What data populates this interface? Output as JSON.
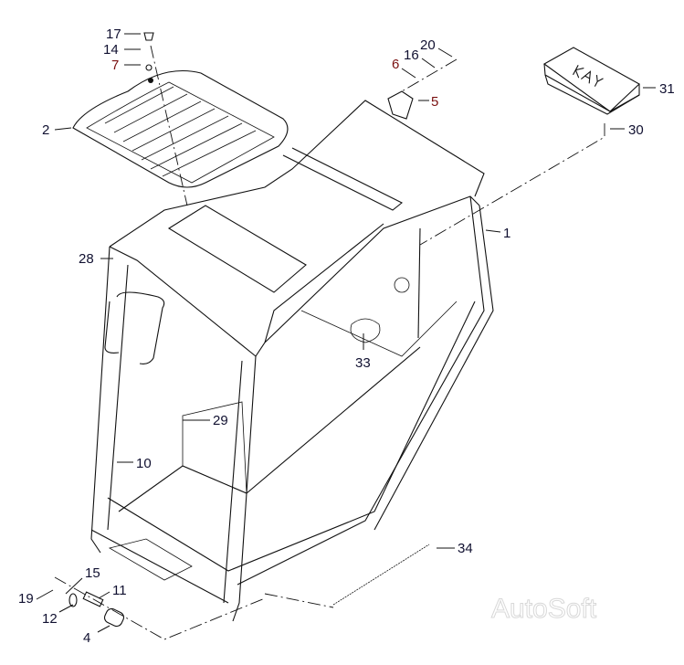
{
  "diagram": {
    "callouts": [
      {
        "id": "c17",
        "label": "17",
        "color": "#101030"
      },
      {
        "id": "c14",
        "label": "14",
        "color": "#101030"
      },
      {
        "id": "c7",
        "label": "7",
        "color": "#7a1010"
      },
      {
        "id": "c2",
        "label": "2",
        "color": "#101030"
      },
      {
        "id": "c6",
        "label": "6",
        "color": "#7a1010"
      },
      {
        "id": "c16",
        "label": "16",
        "color": "#101030"
      },
      {
        "id": "c20",
        "label": "20",
        "color": "#101030"
      },
      {
        "id": "c5",
        "label": "5",
        "color": "#7a1010"
      },
      {
        "id": "c31",
        "label": "31",
        "color": "#101030"
      },
      {
        "id": "c30",
        "label": "30",
        "color": "#101030"
      },
      {
        "id": "c1",
        "label": "1",
        "color": "#101030"
      },
      {
        "id": "c28",
        "label": "28",
        "color": "#101030"
      },
      {
        "id": "c33",
        "label": "33",
        "color": "#101030"
      },
      {
        "id": "c29",
        "label": "29",
        "color": "#101030"
      },
      {
        "id": "c10",
        "label": "10",
        "color": "#101030"
      },
      {
        "id": "c34",
        "label": "34",
        "color": "#101030"
      },
      {
        "id": "c19",
        "label": "19",
        "color": "#101030"
      },
      {
        "id": "c15",
        "label": "15",
        "color": "#101030"
      },
      {
        "id": "c11",
        "label": "11",
        "color": "#101030"
      },
      {
        "id": "c12",
        "label": "12",
        "color": "#101030"
      },
      {
        "id": "c4",
        "label": "4",
        "color": "#101030"
      }
    ],
    "logo_text": "KAY",
    "watermark": "AutoSoft"
  }
}
